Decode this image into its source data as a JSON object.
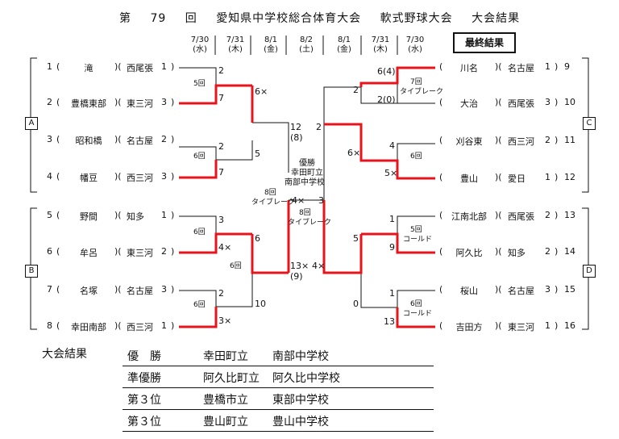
{
  "title": {
    "dai": "第",
    "num": "79",
    "kai": "回",
    "event": "愛知県中学校総合体育大会",
    "sport": "軟式野球大会",
    "result": "大会結果"
  },
  "final_label": "最終結果",
  "dates_left": [
    {
      "d": "7/30",
      "w": "(水)"
    },
    {
      "d": "7/31",
      "w": "(木)"
    },
    {
      "d": "8/1",
      "w": "(金)"
    }
  ],
  "date_center": {
    "d": "8/2",
    "w": "(土)"
  },
  "dates_right": [
    {
      "d": "8/1",
      "w": "(金)"
    },
    {
      "d": "7/31",
      "w": "(木)"
    },
    {
      "d": "7/30",
      "w": "(水)"
    }
  ],
  "blocks": {
    "a": "A",
    "b": "B",
    "c": "C",
    "d": "D"
  },
  "left_teams": [
    {
      "no": "1",
      "name": "滝",
      "region": "西尾張",
      "rank": "1"
    },
    {
      "no": "2",
      "name": "豊橋東部",
      "region": "東三河",
      "rank": "3"
    },
    {
      "no": "3",
      "name": "昭和橋",
      "region": "名古屋",
      "rank": "2"
    },
    {
      "no": "4",
      "name": "幡豆",
      "region": "西三河",
      "rank": "3"
    },
    {
      "no": "5",
      "name": "野間",
      "region": "知多",
      "rank": "1"
    },
    {
      "no": "6",
      "name": "牟呂",
      "region": "東三河",
      "rank": "2"
    },
    {
      "no": "7",
      "name": "名塚",
      "region": "名古屋",
      "rank": "3"
    },
    {
      "no": "8",
      "name": "幸田南部",
      "region": "西三河",
      "rank": "1"
    }
  ],
  "right_teams": [
    {
      "no": "9",
      "name": "川名",
      "region": "名古屋",
      "rank": "1"
    },
    {
      "no": "10",
      "name": "大治",
      "region": "西尾張",
      "rank": "3"
    },
    {
      "no": "11",
      "name": "刈谷東",
      "region": "西三河",
      "rank": "2"
    },
    {
      "no": "12",
      "name": "豊山",
      "region": "愛日",
      "rank": "1"
    },
    {
      "no": "13",
      "name": "江南北部",
      "region": "西尾張",
      "rank": "2"
    },
    {
      "no": "14",
      "name": "阿久比",
      "region": "知多",
      "rank": "2"
    },
    {
      "no": "15",
      "name": "桜山",
      "region": "名古屋",
      "rank": "3"
    },
    {
      "no": "16",
      "name": "吉田方",
      "region": "東三河",
      "rank": "1"
    }
  ],
  "scores": {
    "l_r1": [
      "2",
      "7",
      "2",
      "7",
      "3",
      "4×",
      "2",
      "3×"
    ],
    "l_r1_notes": [
      "5回",
      "6回",
      "6回",
      "6回"
    ],
    "l_r2": [
      "6×",
      "5",
      "6",
      "10"
    ],
    "l_r2_note": "6回",
    "l_sf": [
      "12",
      "(8)",
      "13×",
      "(9)"
    ],
    "l_sf_note": [
      "8回",
      "タイブレーク"
    ],
    "final_left": "4×",
    "final_right": "3",
    "final_note": [
      "8回",
      "タイブレーク"
    ],
    "winner": [
      "優勝",
      "幸田町立",
      "南部中学校"
    ],
    "r_sf": [
      "2",
      "4×"
    ],
    "r_r2": [
      "2",
      "6×",
      "5",
      "0"
    ],
    "r_r1": [
      "6(4)",
      "2(0)",
      "4",
      "5×",
      "1",
      "9",
      "1",
      "13"
    ],
    "r_r1_notes": [
      [
        "7回",
        "タイブレーク"
      ],
      [
        "6回"
      ],
      [
        "5回",
        "コールド"
      ],
      [
        "6回",
        "コールド"
      ]
    ]
  },
  "results": {
    "heading": "大会結果",
    "rows": [
      {
        "place": "優　勝",
        "town": "幸田町立",
        "school": "南部中学校"
      },
      {
        "place": "準優勝",
        "town": "阿久比町立",
        "school": "阿久比中学校"
      },
      {
        "place": "第３位",
        "town": "豊橋市立",
        "school": "東部中学校"
      },
      {
        "place": "第３位",
        "town": "豊山町立",
        "school": "豊山中学校"
      }
    ]
  },
  "colors": {
    "winner_line": "#e8141c",
    "line": "#111111"
  }
}
